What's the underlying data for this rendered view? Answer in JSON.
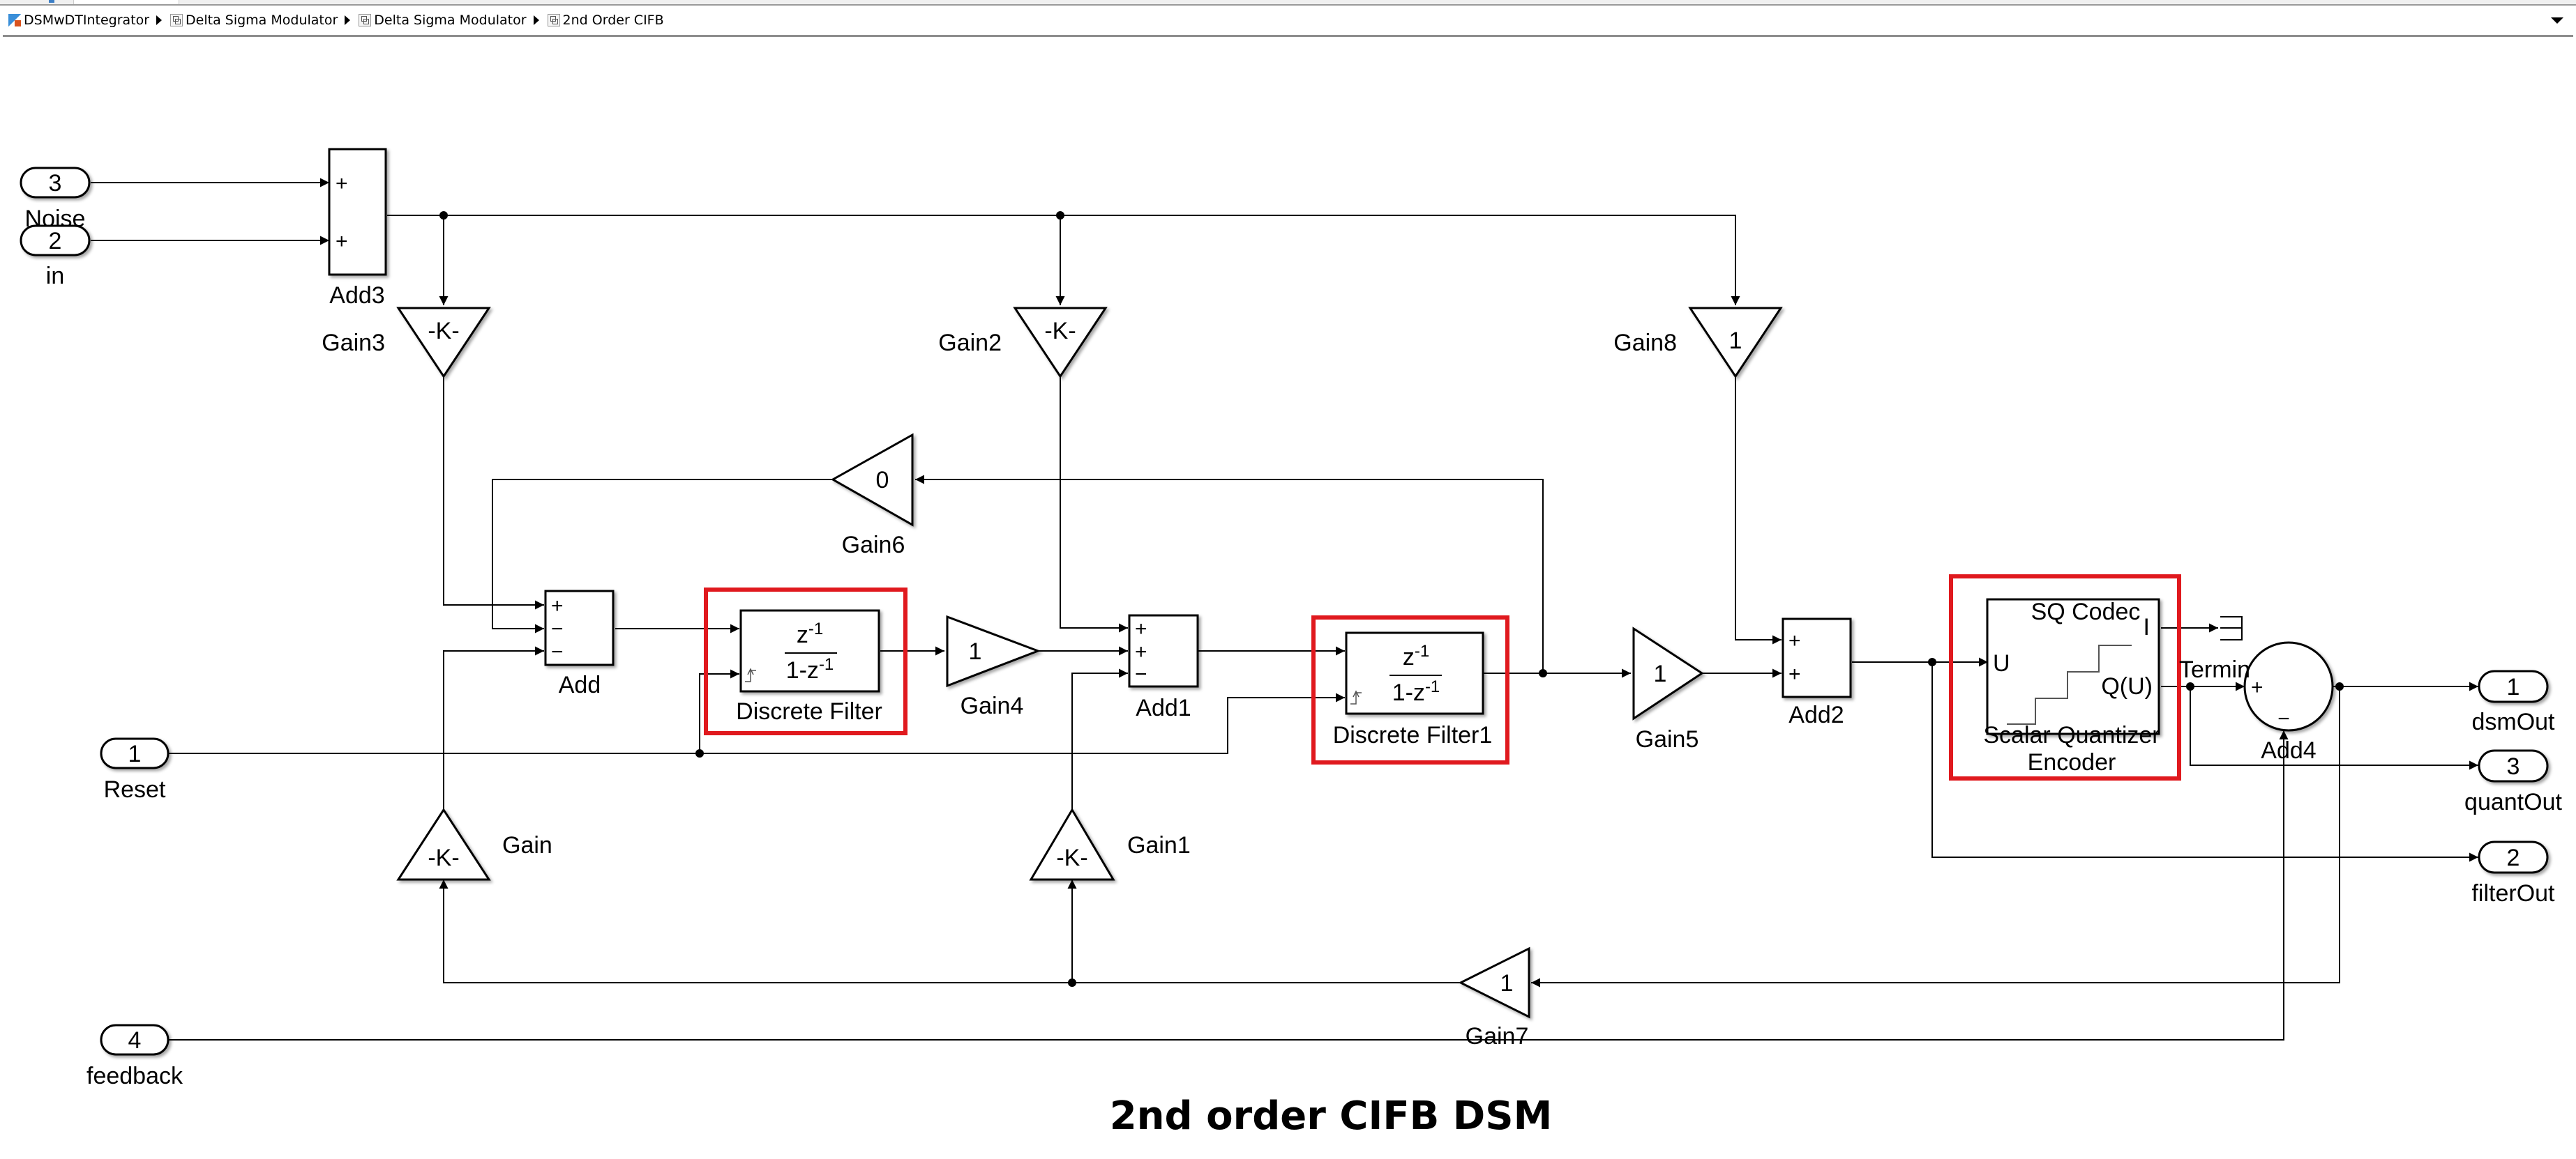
{
  "breadcrumb": {
    "items": [
      {
        "label": "DSMwDTIntegrator",
        "icon": "model-icon"
      },
      {
        "label": "Delta Sigma Modulator",
        "icon": "subsystem-icon"
      },
      {
        "label": "Delta Sigma Modulator",
        "icon": "subsystem-icon"
      },
      {
        "label": "2nd Order CIFB",
        "icon": "subsystem-icon"
      }
    ],
    "dropdown_icon": "chevron-down-icon"
  },
  "diagram": {
    "title": "2nd order CIFB DSM",
    "highlight_color": "#e0191e",
    "inports": [
      {
        "number": "3",
        "name": "Noise"
      },
      {
        "number": "2",
        "name": "in"
      },
      {
        "number": "1",
        "name": "Reset"
      },
      {
        "number": "4",
        "name": "feedback"
      }
    ],
    "outports": [
      {
        "number": "1",
        "name": "dsmOut"
      },
      {
        "number": "3",
        "name": "quantOut"
      },
      {
        "number": "2",
        "name": "filterOut"
      }
    ],
    "sums": {
      "add3": {
        "name": "Add3",
        "signs": [
          "+",
          "+"
        ]
      },
      "add": {
        "name": "Add",
        "signs": [
          "+",
          "−",
          "−"
        ]
      },
      "add1": {
        "name": "Add1",
        "signs": [
          "+",
          "+",
          "−"
        ]
      },
      "add2": {
        "name": "Add2",
        "signs": [
          "+",
          "+"
        ]
      },
      "add4": {
        "name": "Add4",
        "signs": [
          "+",
          "−"
        ]
      }
    },
    "gains": {
      "gain3": {
        "name": "Gain3",
        "value": "-K-"
      },
      "gain2": {
        "name": "Gain2",
        "value": "-K-"
      },
      "gain8": {
        "name": "Gain8",
        "value": "1"
      },
      "gain6": {
        "name": "Gain6",
        "value": "0"
      },
      "gain4": {
        "name": "Gain4",
        "value": "1"
      },
      "gain5": {
        "name": "Gain5",
        "value": "1"
      },
      "gain": {
        "name": "Gain",
        "value": "-K-"
      },
      "gain1": {
        "name": "Gain1",
        "value": "-K-"
      },
      "gain7": {
        "name": "Gain7",
        "value": "1"
      }
    },
    "filters": {
      "df": {
        "name": "Discrete Filter",
        "num": "z",
        "num_exp": "-1",
        "den": "1-z",
        "den_exp": "-1"
      },
      "df1": {
        "name": "Discrete Filter1",
        "num": "z",
        "num_exp": "-1",
        "den": "1-z",
        "den_exp": "-1"
      }
    },
    "quantizer": {
      "header": "SQ Codec",
      "port_in": "U",
      "port_i": "I",
      "port_q": "Q(U)",
      "name_line1": "Scalar Quantizer",
      "name_line2": "Encoder"
    },
    "terminator": {
      "name": "Termin"
    }
  }
}
